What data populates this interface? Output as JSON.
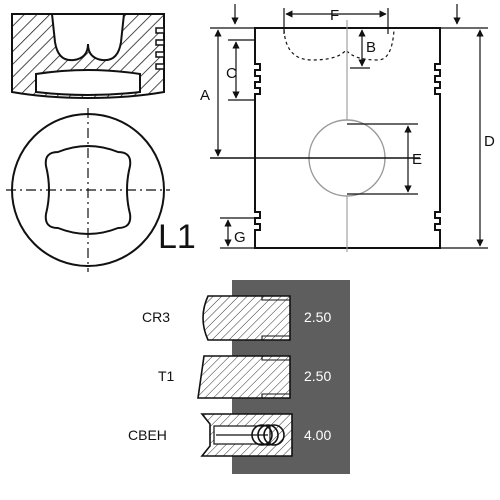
{
  "diagram": {
    "variant_label": "L1",
    "dimension_labels": {
      "A": "A",
      "B": "B",
      "C": "C",
      "D": "D",
      "E": "E",
      "F": "F",
      "G": "G"
    },
    "rings": [
      {
        "name": "CR3",
        "thickness": "2.50",
        "profile": "compression-barrel"
      },
      {
        "name": "T1",
        "thickness": "2.50",
        "profile": "taper-face"
      },
      {
        "name": "CBEH",
        "thickness": "4.00",
        "profile": "oil-control-expander"
      }
    ],
    "colors": {
      "line": "#111111",
      "ring_panel": "#5e5e5e",
      "hatch": "#222222",
      "ring_text": "#ffffff",
      "centerline": "#888888"
    }
  }
}
